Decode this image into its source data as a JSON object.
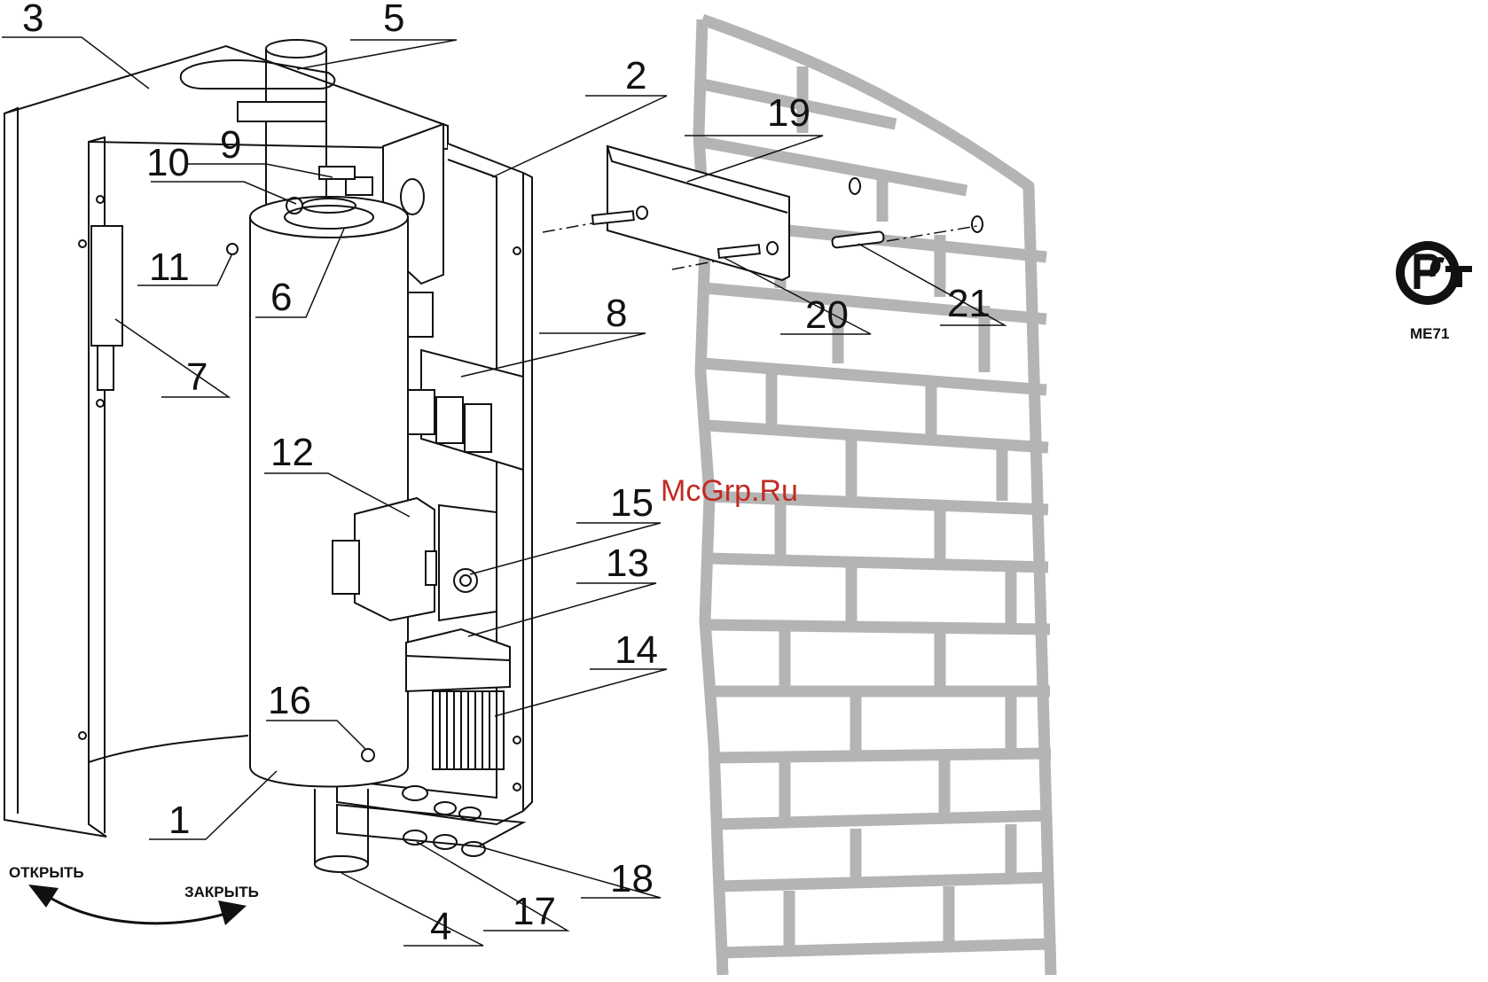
{
  "callouts": [
    "1",
    "2",
    "3",
    "4",
    "5",
    "6",
    "7",
    "8",
    "9",
    "10",
    "11",
    "12",
    "13",
    "14",
    "15",
    "16",
    "17",
    "18",
    "19",
    "20",
    "21"
  ],
  "labels": {
    "open": "ОТКРЫТЬ",
    "close": "ЗАКРЫТЬ"
  },
  "watermark": "McGrp.Ru",
  "certification": {
    "mark": "РСТ",
    "code": "МЕ71"
  },
  "colors": {
    "ink": "#111111",
    "brick": "#b4b4b4",
    "watermark": "#c22a22"
  }
}
